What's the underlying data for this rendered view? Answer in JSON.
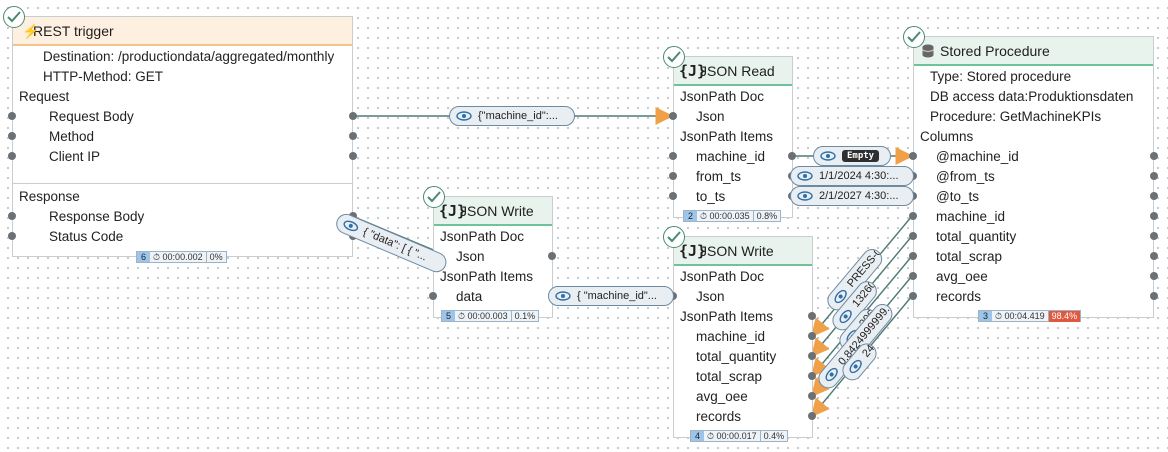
{
  "nodes": {
    "rest": {
      "title": "REST trigger",
      "destination": "Destination: /productiondata/aggregated/monthly",
      "http_method": "HTTP-Method: GET",
      "request": "Request",
      "request_body": "Request Body",
      "method": "Method",
      "client_ip": "Client IP",
      "response": "Response",
      "response_body": "Response Body",
      "status_code": "Status Code",
      "status": {
        "num": "6",
        "time": "00:00.002",
        "pct": "0%"
      }
    },
    "json_read": {
      "title": "JSON Read",
      "jsonpath_doc": "JsonPath Doc",
      "json": "Json",
      "jsonpath_items": "JsonPath Items",
      "machine_id": "machine_id",
      "from_ts": "from_ts",
      "to_ts": "to_ts",
      "status": {
        "num": "2",
        "time": "00:00.035",
        "pct": "0.8%"
      }
    },
    "json_write_1": {
      "title": "JSON Write",
      "jsonpath_doc": "JsonPath Doc",
      "json": "Json",
      "jsonpath_items": "JsonPath Items",
      "data": "data",
      "status": {
        "num": "5",
        "time": "00:00.003",
        "pct": "0.1%"
      }
    },
    "json_write_2": {
      "title": "JSON Write",
      "jsonpath_doc": "JsonPath Doc",
      "json": "Json",
      "jsonpath_items": "JsonPath Items",
      "machine_id": "machine_id",
      "total_quantity": "total_quantity",
      "total_scrap": "total_scrap",
      "avg_oee": "avg_oee",
      "records": "records",
      "status": {
        "num": "4",
        "time": "00:00.017",
        "pct": "0.4%"
      }
    },
    "stored_procedure": {
      "title": "Stored Procedure",
      "type": "Type: Stored procedure",
      "db_access": "DB access data:Produktionsdaten",
      "procedure": "Procedure: GetMachineKPIs",
      "columns": "Columns",
      "p_machine_id": "@machine_id",
      "p_from_ts": "@from_ts",
      "p_to_ts": "@to_ts",
      "machine_id": "machine_id",
      "total_quantity": "total_quantity",
      "total_scrap": "total_scrap",
      "avg_oee": "avg_oee",
      "records": "records",
      "status": {
        "num": "3",
        "time": "00:04.419",
        "pct": "98.4%"
      }
    }
  },
  "previews": {
    "request_body": "{\"machine_id\":...",
    "response_data": "{ \"data\": [ { \"...",
    "write_data": "{ \"machine_id\"...",
    "machine_id_value": "Empty",
    "from_ts": "1/1/2024 4:30:...",
    "to_ts": "2/1/2027 4:30:...",
    "out_machine_id": "PRESS-01",
    "out_total_quantity": "13260",
    "out_total_scrap": "306",
    "out_avg_oee": "0.8424999999...",
    "out_records": "24"
  },
  "colors": {
    "header_green": "#e7f3ec",
    "header_orange": "#fdf0e1",
    "wire": "#4e7a73",
    "arrow": "#f0a048",
    "hot": "#e0593f"
  }
}
